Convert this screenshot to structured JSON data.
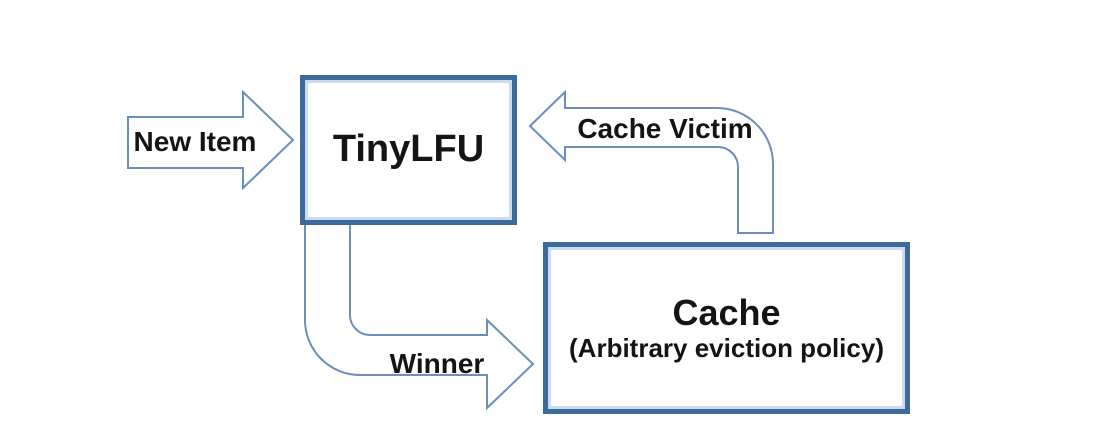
{
  "nodes": {
    "tinylfu": {
      "label": "TinyLFU"
    },
    "cache": {
      "title": "Cache",
      "subtitle": "(Arbitrary eviction policy)"
    }
  },
  "arrows": {
    "new_item": {
      "label": "New Item",
      "direction": "right-into-tinylfu"
    },
    "cache_victim": {
      "label": "Cache Victim",
      "direction": "from-cache-up-left-into-tinylfu"
    },
    "winner": {
      "label": "Winner",
      "direction": "from-tinylfu-down-right-into-cache"
    }
  },
  "colors": {
    "background": "#ffffff",
    "box_border": "#3c6a9d",
    "box_border_highlight": "#ccdcee",
    "arrow_outline": "#6b8ebf",
    "arrow_fill": "#ffffff",
    "text": "#141414"
  }
}
